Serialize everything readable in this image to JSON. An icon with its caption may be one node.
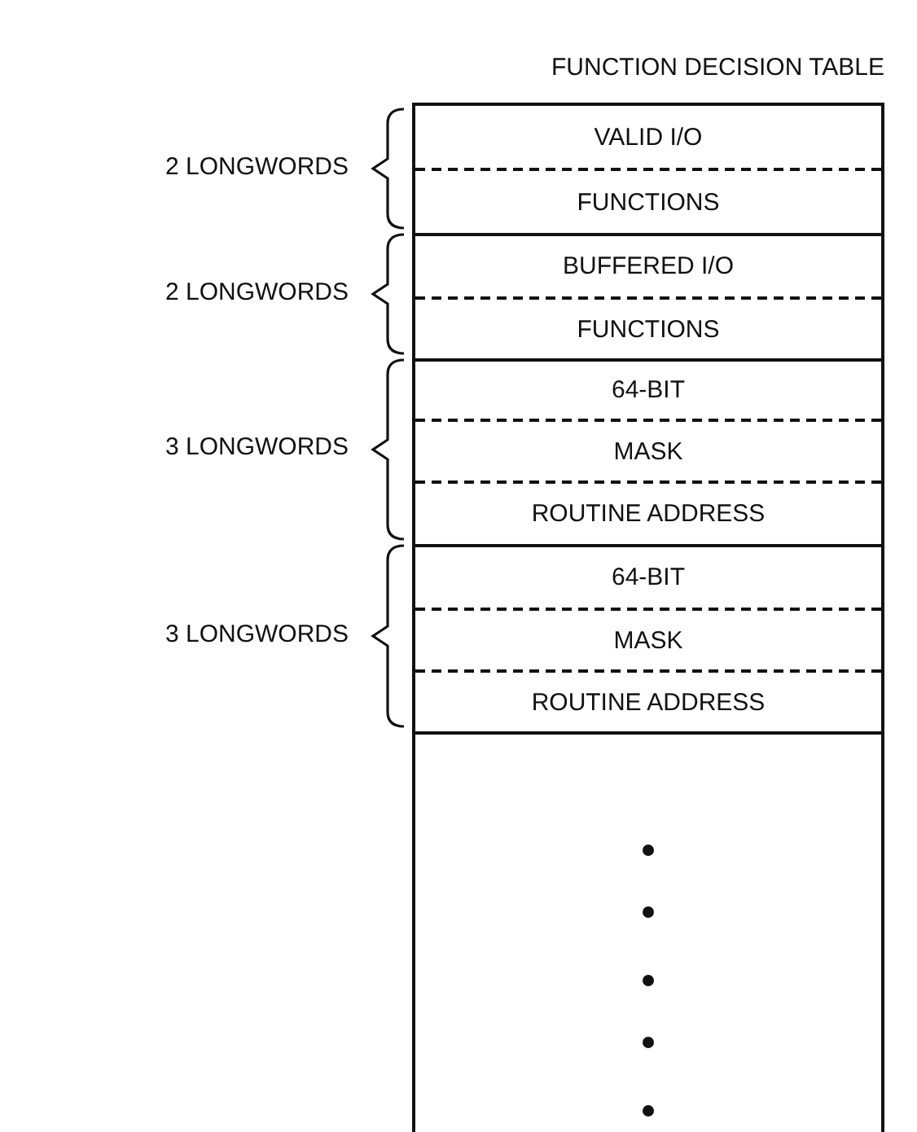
{
  "diagram": {
    "nodes": [
      {
        "text": [
          "FUNCTION DECISION TABLE"
        ]
      },
      {
        "text": [
          "VALID I/O"
        ],
        "in": 0
      },
      {
        "text": [
          "FUNCTIONS"
        ],
        "in": 0
      },
      {
        "text": [
          "BUFFERED I/O"
        ],
        "in": 0
      },
      {
        "text": [
          "FUNCTIONS"
        ],
        "in": 0
      },
      {
        "text": [
          "64-BIT"
        ],
        "in": 0
      },
      {
        "text": [
          "MASK"
        ],
        "in": 0
      },
      {
        "text": [
          "ROUTINE ADDRESS"
        ],
        "in": 0
      },
      {
        "text": [
          "64-BIT"
        ],
        "in": 0
      },
      {
        "text": [
          "MASK"
        ],
        "in": 0
      },
      {
        "text": [
          "ROUTINE ADDRESS"
        ],
        "in": 0
      }
    ],
    "labels": [
      "2 LONGWORDS",
      "2 LONGWORDS",
      "3 LONGWORDS",
      "3 LONGWORDS"
    ]
  }
}
